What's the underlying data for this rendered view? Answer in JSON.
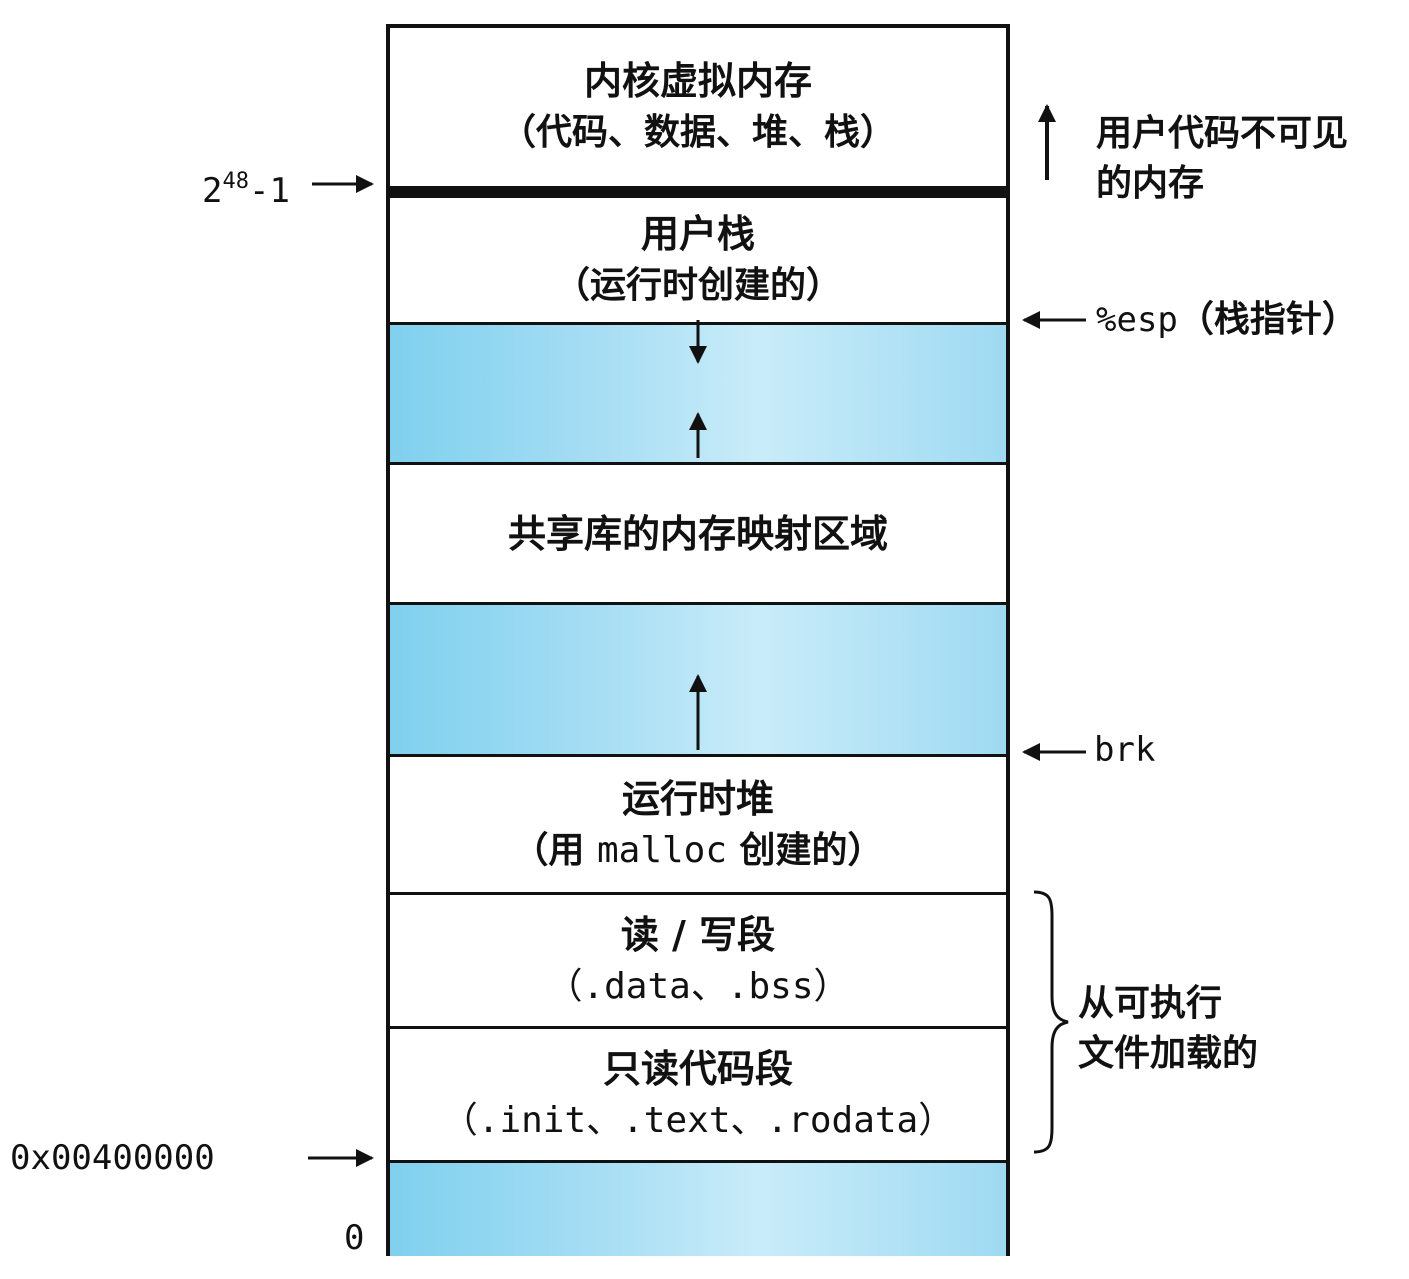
{
  "segments": {
    "kernel": {
      "title": "内核虚拟内存",
      "sub": "（代码、数据、堆、栈）"
    },
    "user_stack": {
      "title": "用户栈",
      "sub": "（运行时创建的）"
    },
    "shared_libs": {
      "title": "共享库的内存映射区域"
    },
    "heap": {
      "title": "运行时堆",
      "sub_pre": "（用 ",
      "sub_mono": "malloc",
      "sub_post": " 创建的）"
    },
    "rw": {
      "title": "读 / 写段",
      "sub": "（.data、.bss）"
    },
    "ro": {
      "title": "只读代码段",
      "sub": "（.init、.text、.rodata）"
    }
  },
  "addresses": {
    "top_base": "2",
    "top_exp": "48",
    "top_suffix": "-1",
    "text_start": "0x00400000",
    "zero": "0"
  },
  "annotations": {
    "invisible_line1": "用户代码不可见",
    "invisible_line2": "的内存",
    "esp_mono": "%esp",
    "esp_cn": "（栈指针）",
    "brk": "brk",
    "loaded_line1": "从可执行",
    "loaded_line2": "文件加载的"
  },
  "colors": {
    "free_region": "#a8def4",
    "line": "#111111"
  }
}
